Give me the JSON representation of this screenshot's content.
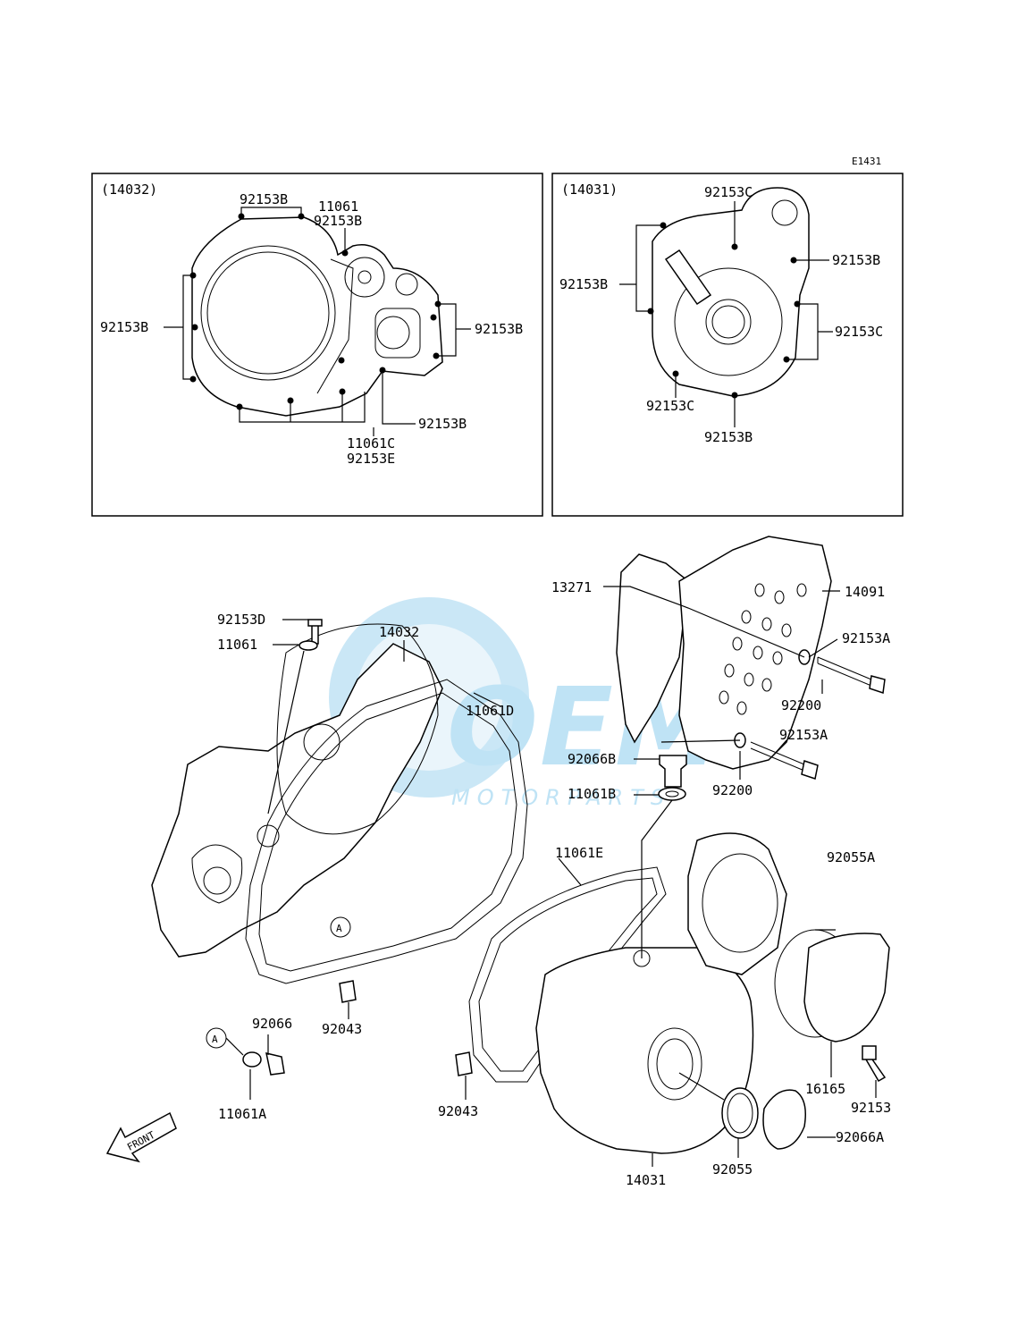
{
  "diagram_code": "E1431",
  "insets": [
    {
      "title": "(14032)"
    },
    {
      "title": "(14031)"
    }
  ],
  "watermark": {
    "brand": "OEM",
    "sub": "MOTORPARTS",
    "color": "#9fd3ef"
  },
  "front_label": "FRONT",
  "ref_mark": "A",
  "labels": {
    "p14032_92153B_top": "92153B",
    "p14032_11061": "11061",
    "p14032_92153B_b": "92153B",
    "p14032_92153B_left": "92153B",
    "p14032_92153B_right": "92153B",
    "p14032_92153B_bottom": "92153B",
    "p14032_11061C": "11061C",
    "p14032_92153E": "92153E",
    "p14031_92153C_top": "92153C",
    "p14031_92153B_right": "92153B",
    "p14031_92153B_left": "92153B",
    "p14031_92153C_right": "92153C",
    "p14031_92153C_bottom": "92153C",
    "p14031_92153B_bottom": "92153B",
    "m_92153D": "92153D",
    "m_11061": "11061",
    "m_14032": "14032",
    "m_11061D": "11061D",
    "m_13271": "13271",
    "m_14091": "14091",
    "m_92153A_1": "92153A",
    "m_92200_1": "92200",
    "m_92153A_2": "92153A",
    "m_92200_2": "92200",
    "m_92066B": "92066B",
    "m_11061B": "11061B",
    "m_11061E": "11061E",
    "m_92055A": "92055A",
    "m_92043_1": "92043",
    "m_92066": "92066",
    "m_11061A": "11061A",
    "m_92043_2": "92043",
    "m_16165": "16165",
    "m_92153": "92153",
    "m_92066A": "92066A",
    "m_92055": "92055",
    "m_14031": "14031"
  }
}
